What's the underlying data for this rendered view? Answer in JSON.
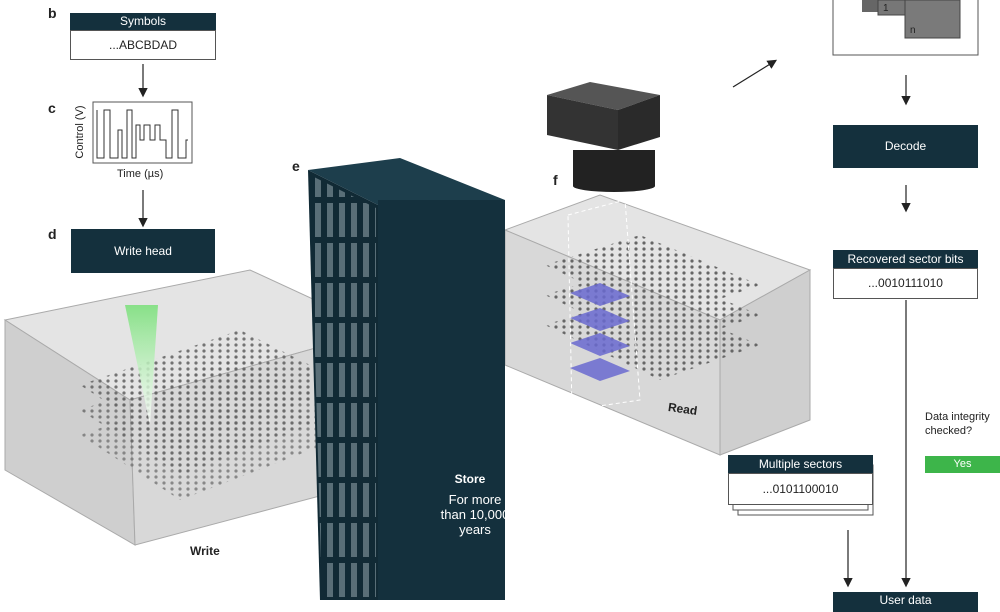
{
  "panels": {
    "b": "b",
    "c": "c",
    "d": "d",
    "e": "e",
    "f": "f"
  },
  "symbols": {
    "title": "Symbols",
    "value": "...ABCBDAD"
  },
  "signal": {
    "ylabel": "Control (V)",
    "xlabel": "Time (µs)"
  },
  "write_head": "Write head",
  "write": "Write",
  "store": {
    "title": "Store",
    "subtitle": "For more than 10,000 years"
  },
  "read": "Read",
  "images": {
    "first": "1",
    "last": "n"
  },
  "decode": "Decode",
  "recovered": {
    "title": "Recovered sector bits",
    "value": "...0010111010"
  },
  "integrity": {
    "question": "Data integrity checked?",
    "answer": "Yes"
  },
  "multiple": {
    "title": "Multiple sectors",
    "value": "...0101100010"
  },
  "user_data": "User data",
  "colors": {
    "dark": "#14303d",
    "green": "#3db54a",
    "voxel": "#6a6ad0"
  }
}
